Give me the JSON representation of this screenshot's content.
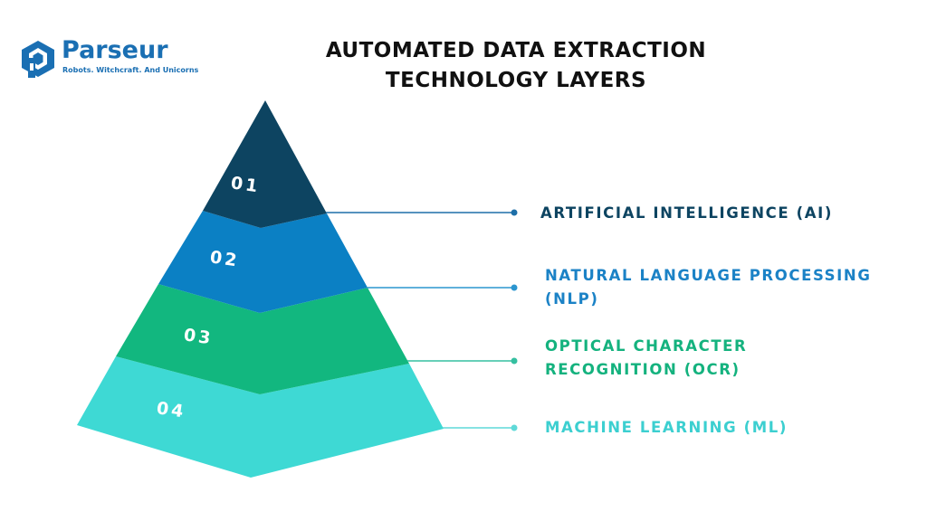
{
  "brand": {
    "name": "Parseur",
    "tagline": "Robots. Witchcraft. And Unicorns",
    "color": "#1a6fb3"
  },
  "title": {
    "line1": "AUTOMATED DATA EXTRACTION",
    "line2": "TECHNOLOGY LAYERS"
  },
  "layers": [
    {
      "number": "01",
      "label_lines": [
        "ARTIFICIAL INTELLIGENCE (AI)"
      ],
      "color": "#0d4461",
      "text_color": "#0d4461"
    },
    {
      "number": "02",
      "label_lines": [
        "NATURAL LANGUAGE PROCESSING",
        "(NLP)"
      ],
      "color": "#0b80c4",
      "text_color": "#1b82c6"
    },
    {
      "number": "03",
      "label_lines": [
        "OPTICAL CHARACTER",
        "RECOGNITION (OCR)"
      ],
      "color": "#12b77f",
      "text_color": "#14b27e"
    },
    {
      "number": "04",
      "label_lines": [
        "MACHINE LEARNING (ML)"
      ],
      "color": "#3ed9d4",
      "text_color": "#3ccfd0"
    }
  ],
  "connector_colors": [
    "#1d6fa8",
    "#2c95cf",
    "#35bfa0",
    "#5fd9d8"
  ]
}
